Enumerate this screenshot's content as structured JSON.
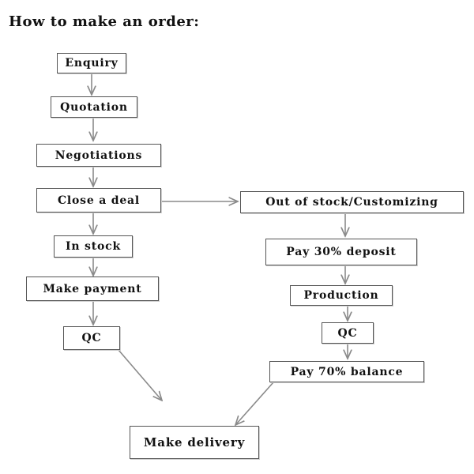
{
  "title": "How to make an order:",
  "nodes": {
    "enquiry": "Enquiry",
    "quotation": "Quotation",
    "negotiations": "Negotiations",
    "close_deal": "Close a deal",
    "in_stock": "In stock",
    "make_payment": "Make payment",
    "qc_left": "QC",
    "out_of_stock": "Out of stock/Customizing",
    "pay_deposit": "Pay 30% deposit",
    "production": "Production",
    "qc_right": "QC",
    "pay_balance": "Pay 70% balance",
    "make_delivery": "Make delivery"
  },
  "colors": {
    "line": "#8a8a8a",
    "border": "#555555"
  }
}
